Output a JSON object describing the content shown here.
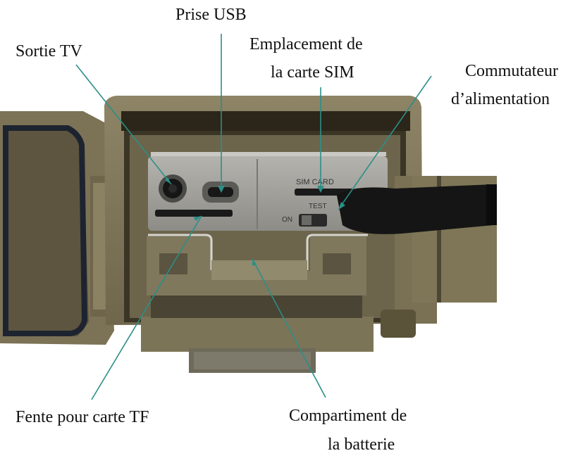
{
  "labels": {
    "usb": "Prise USB",
    "tv": "Sortie TV",
    "sim_line1": "Emplacement de",
    "sim_line2": "la carte SIM",
    "power_line1": "Commutateur",
    "power_line2": "d’alimentation",
    "tf": "Fente pour carte TF",
    "battery_line1": "Compartiment de",
    "battery_line2": "la batterie"
  },
  "device_markings": {
    "sim_card": "SIM CARD",
    "switch_test": "TEST",
    "switch_on": "ON"
  },
  "colors": {
    "leader_line": "#2b8f87",
    "body": "#857a5c",
    "body_dark": "#5c5440",
    "panel": "#a4a4a0",
    "strap": "#151515"
  }
}
